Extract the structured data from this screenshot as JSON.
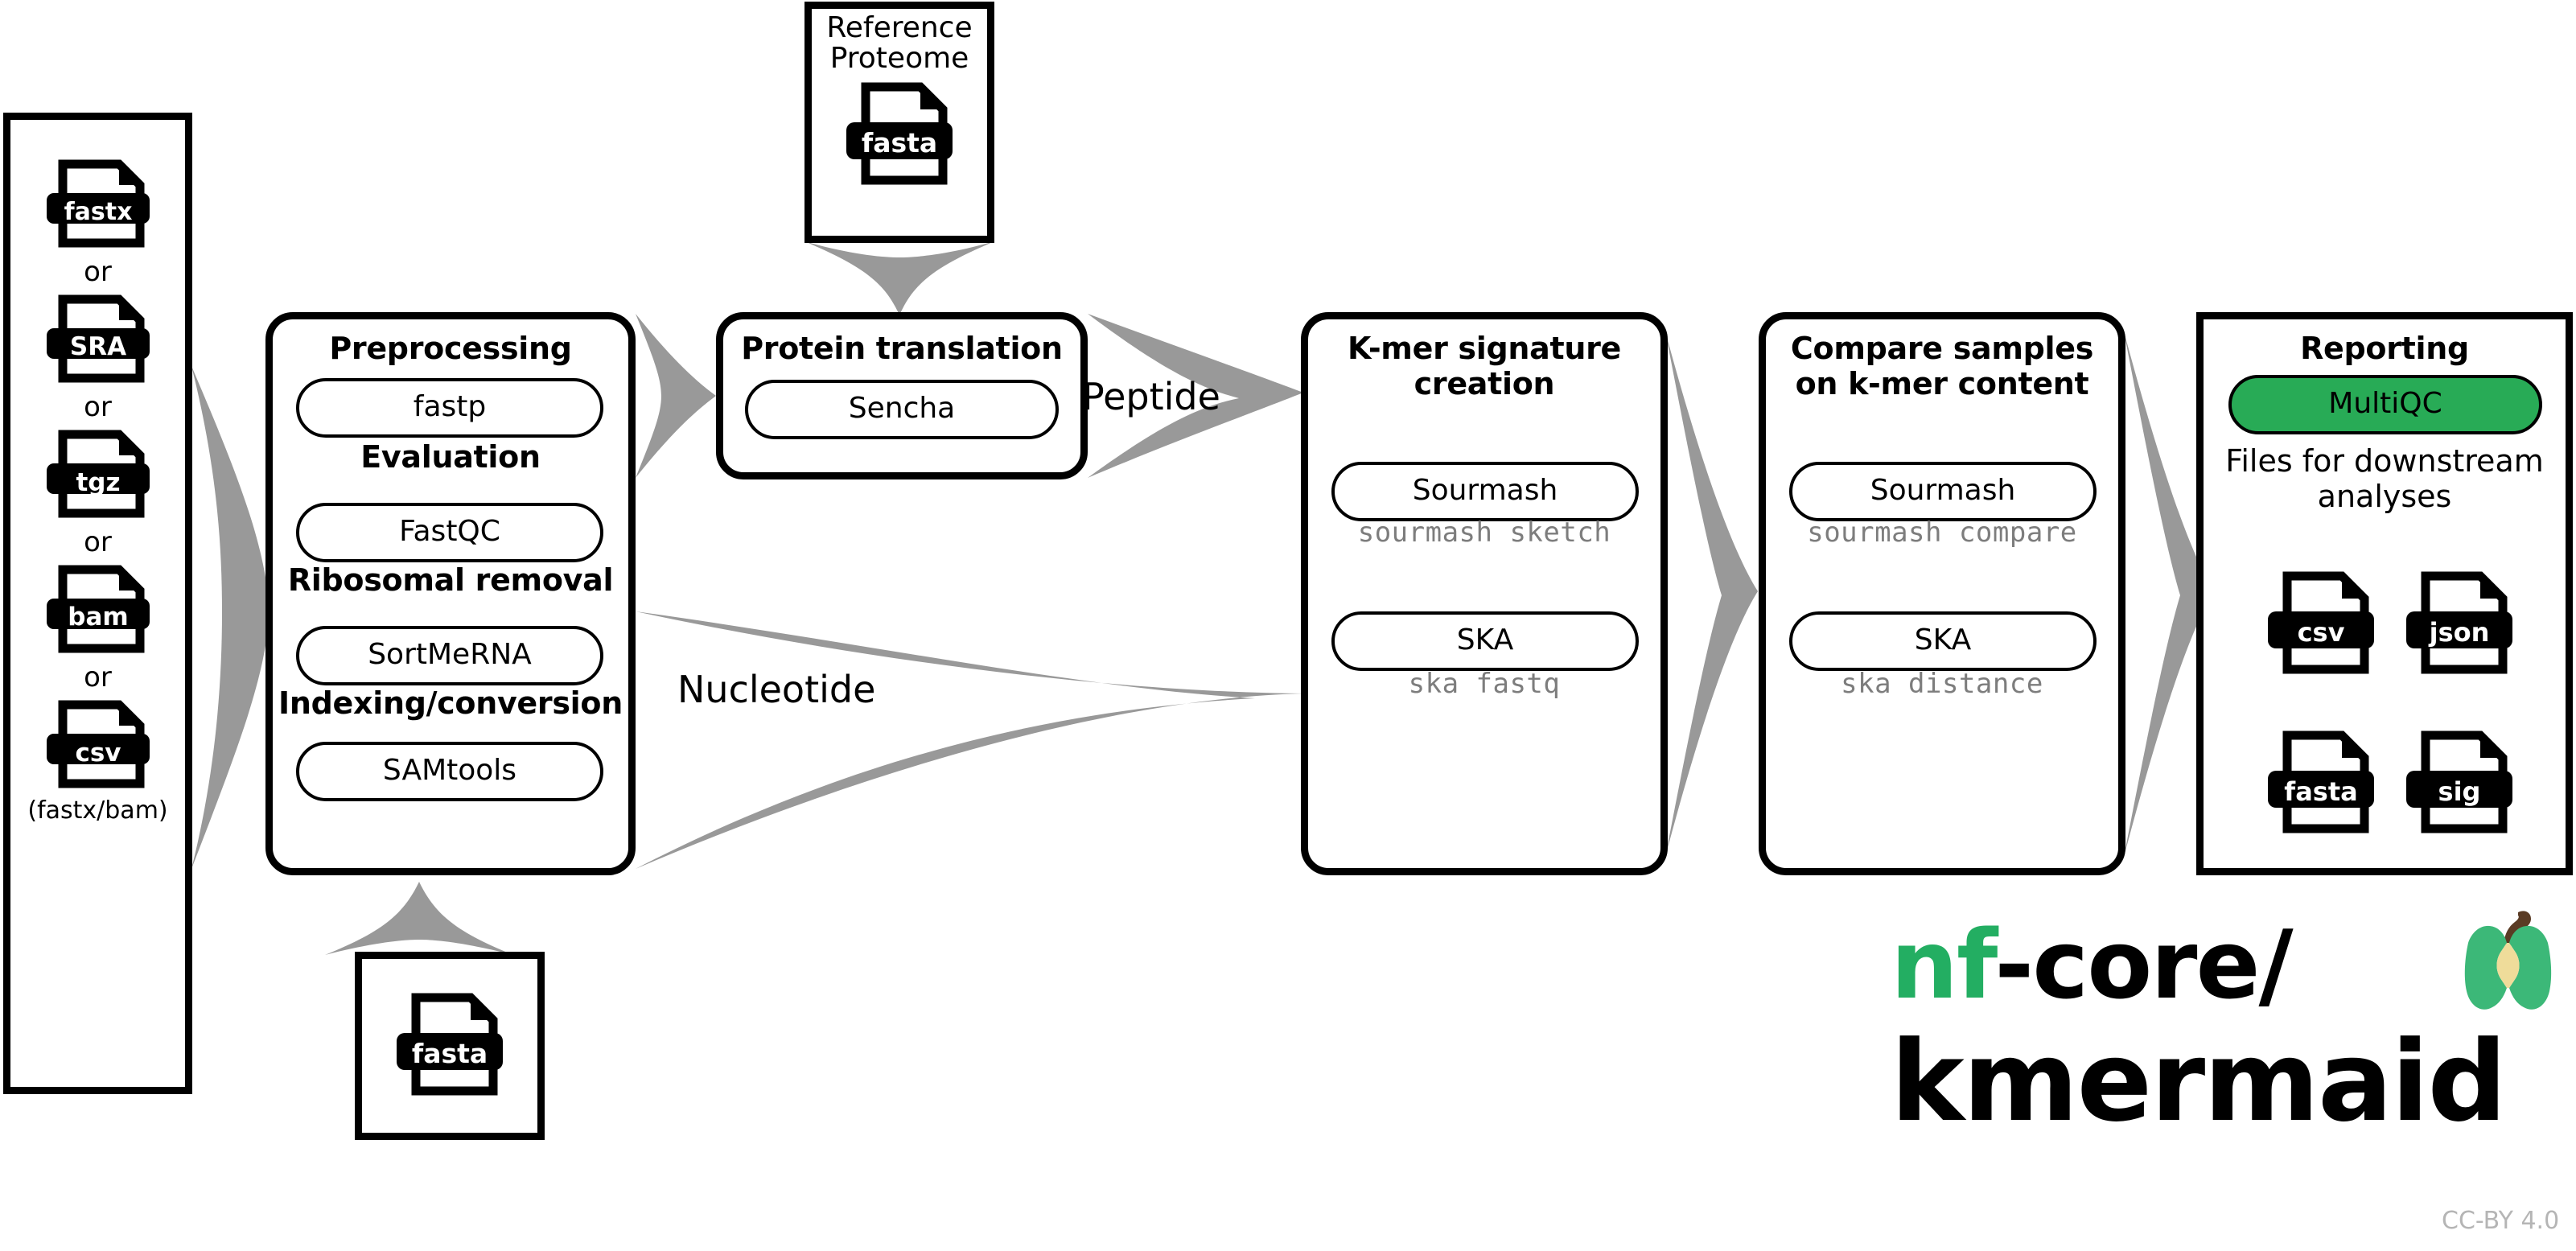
{
  "diagram": {
    "title": "nf-core/kmermaid pipeline overview",
    "license": "CC-BY 4.0",
    "colors": {
      "arrow_gray": "#999999",
      "multiqc_green": "#28ab56",
      "logo_green": "#23ae62",
      "command_gray": "#7d7d7d",
      "license_gray": "#b5b5b5",
      "outline_black": "#000000"
    }
  },
  "inputs": {
    "name": "input-files",
    "or_label": "or",
    "files": [
      {
        "ext": "fastx"
      },
      {
        "ext": "SRA"
      },
      {
        "ext": "tgz"
      },
      {
        "ext": "bam"
      },
      {
        "ext": "csv"
      }
    ],
    "note": "(fastx/bam)"
  },
  "reference": {
    "title_line1": "Reference",
    "title_line2": "Proteome",
    "file_ext": "fasta"
  },
  "preprocessing": {
    "sections": [
      {
        "heading": "Preprocessing",
        "tool": "fastp"
      },
      {
        "heading": "Evaluation",
        "tool": "FastQC"
      },
      {
        "heading": "Ribosomal removal",
        "tool": "SortMeRNA"
      },
      {
        "heading": "Indexing/conversion",
        "tool": "SAMtools"
      }
    ]
  },
  "reference_fasta_bottom": {
    "file_ext": "fasta"
  },
  "protein_translation": {
    "heading": "Protein translation",
    "tool": "Sencha"
  },
  "kmer_signature": {
    "heading_line1": "K-mer signature",
    "heading_line2": "creation",
    "tools": [
      {
        "name": "Sourmash",
        "command": "sourmash sketch"
      },
      {
        "name": "SKA",
        "command": "ska fastq"
      }
    ]
  },
  "compare_samples": {
    "heading_line1": "Compare samples",
    "heading_line2": "on k-mer content",
    "tools": [
      {
        "name": "Sourmash",
        "command": "sourmash compare"
      },
      {
        "name": "SKA",
        "command": "ska distance"
      }
    ]
  },
  "reporting": {
    "heading": "Reporting",
    "tool": "MultiQC",
    "subtitle_line1": "Files for downstream",
    "subtitle_line2": "analyses",
    "files": [
      {
        "ext": "csv"
      },
      {
        "ext": "json"
      },
      {
        "ext": "fasta"
      },
      {
        "ext": "sig"
      }
    ]
  },
  "arrow_labels": {
    "peptide": "Peptide",
    "nucleotide": "Nucleotide"
  },
  "logo": {
    "org_green": "nf",
    "org_black": "-core/",
    "pipeline": "kmermaid"
  }
}
